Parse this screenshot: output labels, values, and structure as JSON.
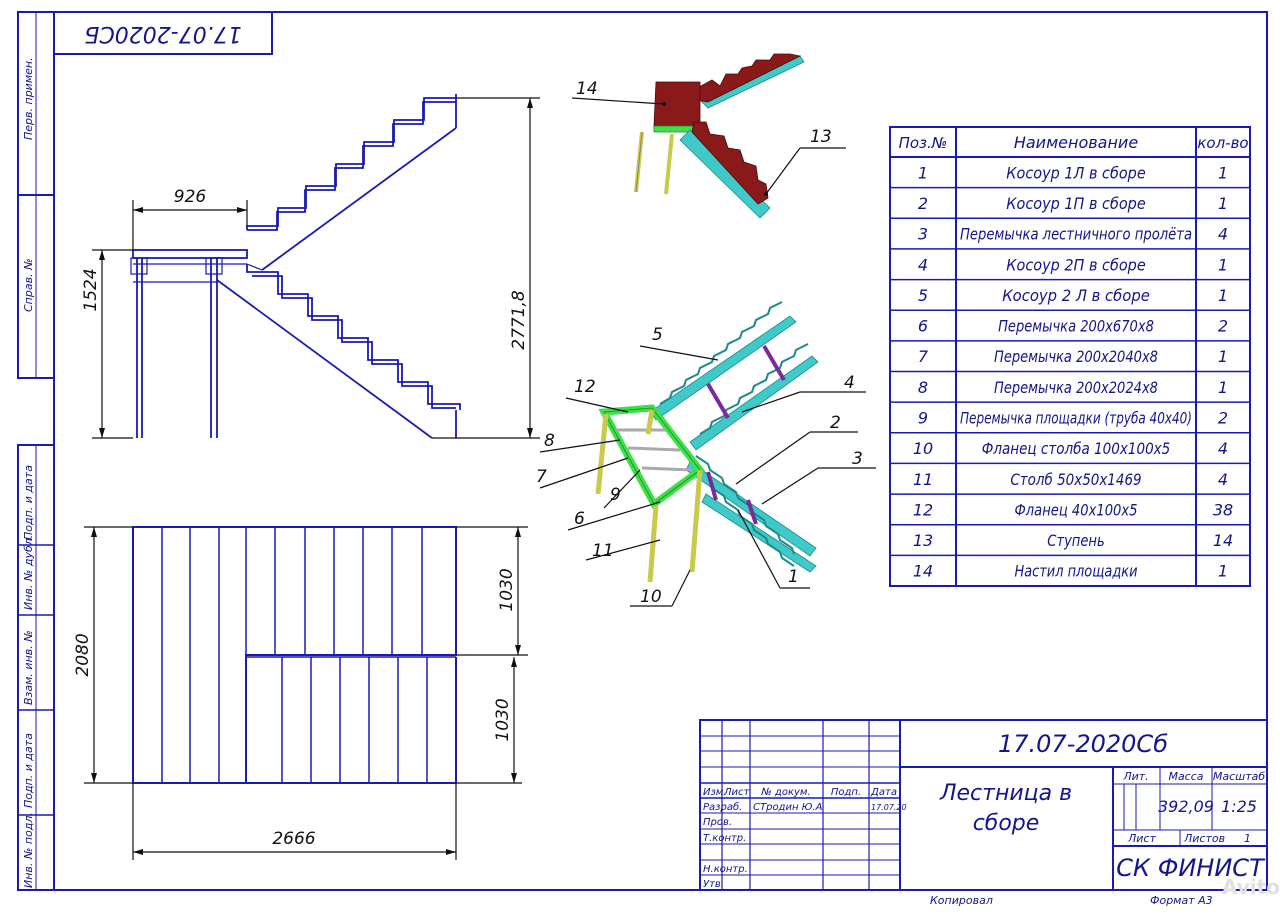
{
  "sheet": {
    "doc_code": "17.07-2020Сб",
    "doc_code_stamp": "17.07-2020СБ",
    "title_line1": "Лестница в",
    "title_line2": "сборе",
    "org": "СК ФИНИСТ",
    "footer_copied": "Копировал",
    "footer_format": "Формат А3",
    "watermark": "Avito"
  },
  "side_margin_labels": [
    "Перв. примен.",
    "Справ. №",
    "Подп. и дата",
    "Инв. № дубл.",
    "Взам. инв. №",
    "Подп. и дата",
    "Инв. № подл."
  ],
  "title_block": {
    "rows": [
      "Изм.",
      "Лист",
      "№ докум.",
      "Подп.",
      "Дата"
    ],
    "roles": [
      "Разраб.",
      "Пров.",
      "Т.контр.",
      "",
      "Н.контр.",
      "Утв."
    ],
    "developer": "СТродин Ю.А",
    "date_value": "17.07.20",
    "lit_label": "Лит.",
    "mass_label": "Масса",
    "scale_label": "Масштаб",
    "mass": "392,09",
    "scale": "1:25",
    "sheet_label": "Лист",
    "sheets_label": "Листов",
    "sheets": "1"
  },
  "dimensions": {
    "landing_width": "926",
    "landing_height": "1524",
    "total_height": "2771,8",
    "upper_run": "1030",
    "lower_run": "1030",
    "plan_depth": "2080",
    "plan_length": "2666"
  },
  "callouts": [
    "14",
    "13",
    "5",
    "4",
    "2",
    "3",
    "12",
    "8",
    "7",
    "9",
    "6",
    "11",
    "1",
    "10"
  ],
  "parts_table": {
    "headers": [
      "Поз.№",
      "Наименование",
      "кол-во"
    ],
    "rows": [
      {
        "pos": "1",
        "name": "Косоур 1Л в сборе",
        "qty": "1"
      },
      {
        "pos": "2",
        "name": "Косоур 1П в сборе",
        "qty": "1"
      },
      {
        "pos": "3",
        "name": "Перемычка лестничного пролёта",
        "qty": "4"
      },
      {
        "pos": "4",
        "name": "Косоур 2П в сборе",
        "qty": "1"
      },
      {
        "pos": "5",
        "name": "Косоур 2 Л в сборе",
        "qty": "1"
      },
      {
        "pos": "6",
        "name": "Перемычка 200х670х8",
        "qty": "2"
      },
      {
        "pos": "7",
        "name": "Перемычка 200х2040х8",
        "qty": "1"
      },
      {
        "pos": "8",
        "name": "Перемычка 200х2024х8",
        "qty": "1"
      },
      {
        "pos": "9",
        "name": "Перемычка площадки (труба 40х40)",
        "qty": "2"
      },
      {
        "pos": "10",
        "name": "Фланец столба 100х100х5",
        "qty": "4"
      },
      {
        "pos": "11",
        "name": "Столб 50х50х1469",
        "qty": "4"
      },
      {
        "pos": "12",
        "name": "Фланец 40х100х5",
        "qty": "38"
      },
      {
        "pos": "13",
        "name": "Ступень",
        "qty": "14"
      },
      {
        "pos": "14",
        "name": "Настил площадки",
        "qty": "1"
      }
    ]
  },
  "colors": {
    "lines": "#1a1ab4",
    "stringer": "#3fc9c9",
    "landing_frame": "#3ee04a",
    "steps": "#8a1a1a",
    "posts": "#c9c94a",
    "bridges": "#7a2a9a"
  }
}
